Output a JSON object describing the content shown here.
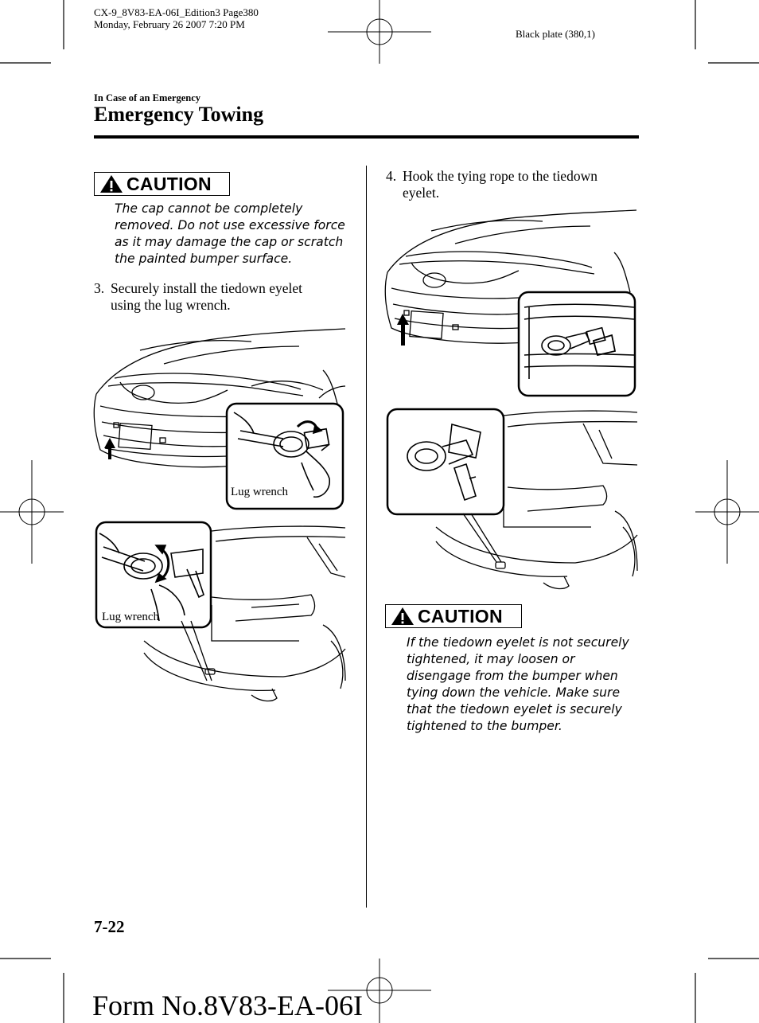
{
  "print_header": {
    "file_line": "CX-9_8V83-EA-06I_Edition3 Page380",
    "date_line": "Monday, February 26 2007 7:20 PM",
    "plate": "Black plate (380,1)"
  },
  "section": {
    "chapter": "In Case of an Emergency",
    "title": "Emergency Towing"
  },
  "left_column": {
    "caution": {
      "label": "CAUTION",
      "text": "The cap cannot be completely removed. Do not use excessive force as it may damage the cap or scratch the painted bumper surface."
    },
    "step": {
      "number": "3.",
      "text": "Securely install the tiedown eyelet using the lug wrench."
    },
    "figure_front": {
      "inset_label": "Lug wrench"
    },
    "figure_rear": {
      "inset_label": "Lug wrench"
    }
  },
  "right_column": {
    "step": {
      "number": "4.",
      "text": "Hook the tying rope to the tiedown eyelet."
    },
    "caution": {
      "label": "CAUTION",
      "text": "If the tiedown eyelet is not securely tightened, it may loosen or disengage from the bumper when tying down the vehicle. Make sure that the tiedown eyelet is securely tightened to the bumper."
    }
  },
  "footer": {
    "page_number": "7-22",
    "form_number": "Form No.8V83-EA-06I"
  },
  "icons": [
    "crop-mark-icon",
    "registration-mark-icon",
    "warning-triangle-icon",
    "up-arrow-icon",
    "rotate-arrow-icon"
  ]
}
